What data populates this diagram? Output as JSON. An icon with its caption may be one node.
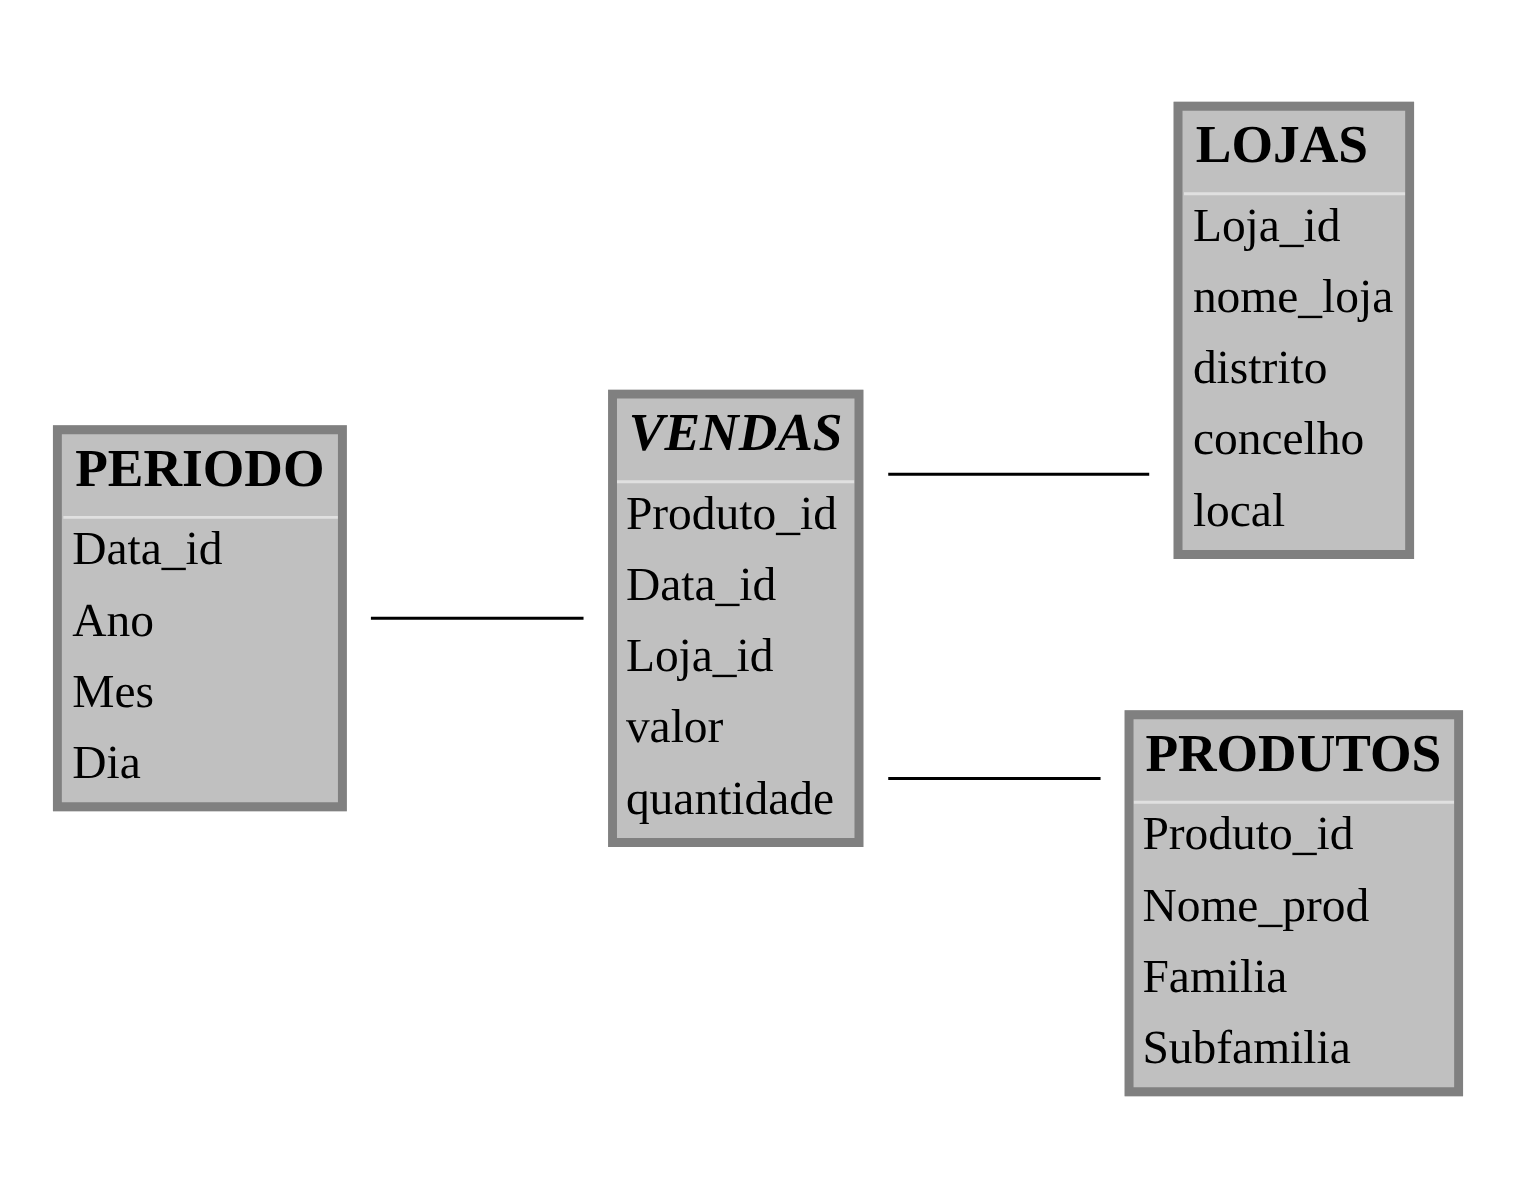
{
  "diagram": {
    "nodes": [
      {
        "text": [
          "PERIODO",
          "Data_id",
          "Ano",
          "Mes",
          "Dia"
        ]
      },
      {
        "text": [
          "VENDAS",
          "Produto_id",
          "Data_id",
          "Loja_id",
          "valor",
          "quantidade"
        ]
      },
      {
        "text": [
          "LOJAS",
          "Loja_id",
          "nome_loja",
          "distrito",
          "concelho",
          "local"
        ]
      },
      {
        "text": [
          "PRODUTOS",
          "Produto_id",
          "Nome_prod",
          "Familia",
          "Subfamilia"
        ]
      }
    ],
    "edges": [
      {
        "from": 0,
        "to": 1,
        "arrow": "none"
      },
      {
        "from": 1,
        "to": 2,
        "arrow": "none"
      },
      {
        "from": 1,
        "to": 3,
        "arrow": "none"
      }
    ]
  }
}
